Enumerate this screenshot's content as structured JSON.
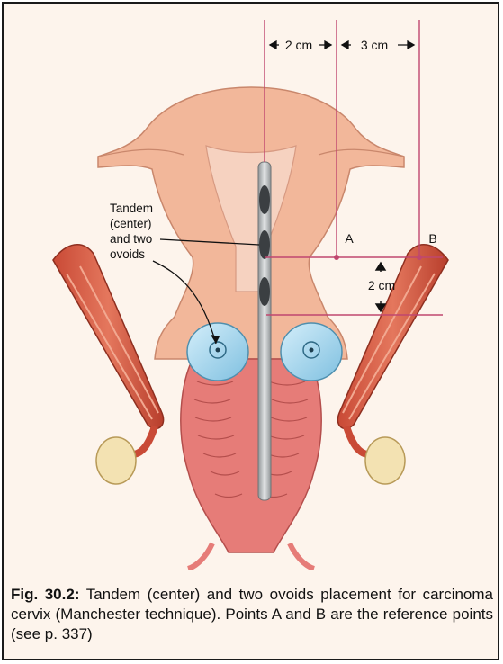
{
  "figure": {
    "dimension_top_left": "2 cm",
    "dimension_top_right": "3 cm",
    "dimension_vertical": "2 cm",
    "point_a": "A",
    "point_b": "B",
    "label_line1": "Tandem",
    "label_line2": "(center)",
    "label_line3": "and two",
    "label_line4": "ovoids"
  },
  "caption": {
    "label": "Fig. 30.2:",
    "text": " Tandem (center) and two ovoids placement for carcinoma cervix (Manchester technique). Points A and B are the reference points (see p. 337)"
  },
  "colors": {
    "uterus": "#f2b79a",
    "uterus_inner": "#f6c9b2",
    "vagina": "#e67c78",
    "ovoid": "#a9d8ef",
    "tandem": "#b9bcbe",
    "dimension_line": "#c0476f"
  }
}
